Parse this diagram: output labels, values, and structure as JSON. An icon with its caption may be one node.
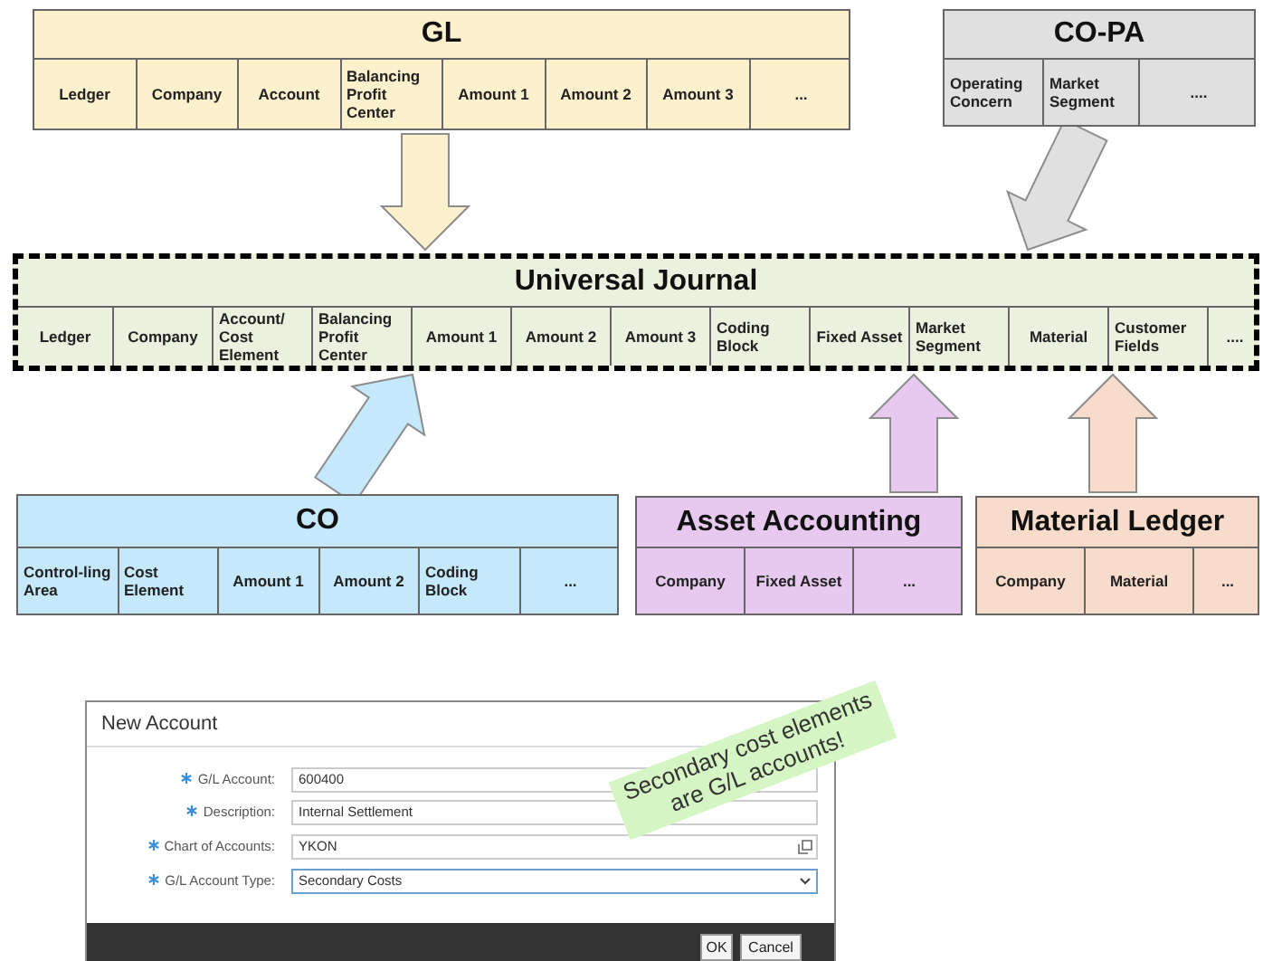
{
  "diagram": {
    "nodes": [
      {
        "text": [
          "GL"
        ]
      },
      {
        "text": [
          "Ledger"
        ],
        "in": 0
      },
      {
        "text": [
          "Company"
        ],
        "in": 0
      },
      {
        "text": [
          "Account"
        ],
        "in": 0
      },
      {
        "text": [
          "Balancing Profit Center"
        ],
        "in": 0
      },
      {
        "text": [
          "Amount 1"
        ],
        "in": 0
      },
      {
        "text": [
          "Amount 2"
        ],
        "in": 0
      },
      {
        "text": [
          "Amount 3"
        ],
        "in": 0
      },
      {
        "text": [
          "..."
        ],
        "in": 0
      },
      {
        "text": [
          "CO-PA"
        ]
      },
      {
        "text": [
          "Operating Concern"
        ],
        "in": 9
      },
      {
        "text": [
          "Market Segment"
        ],
        "in": 9
      },
      {
        "text": [
          "...."
        ],
        "in": 9
      },
      {
        "text": [
          "Universal Journal"
        ]
      },
      {
        "text": [
          "Ledger"
        ],
        "in": 13
      },
      {
        "text": [
          "Company"
        ],
        "in": 13
      },
      {
        "text": [
          "Account/ Cost Element"
        ],
        "in": 13
      },
      {
        "text": [
          "Balancing Profit Center"
        ],
        "in": 13
      },
      {
        "text": [
          "Amount 1"
        ],
        "in": 13
      },
      {
        "text": [
          "Amount 2"
        ],
        "in": 13
      },
      {
        "text": [
          "Amount 3"
        ],
        "in": 13
      },
      {
        "text": [
          "Coding Block"
        ],
        "in": 13
      },
      {
        "text": [
          "Fixed Asset"
        ],
        "in": 13
      },
      {
        "text": [
          "Market Segment"
        ],
        "in": 13
      },
      {
        "text": [
          "Material"
        ],
        "in": 13
      },
      {
        "text": [
          "Customer Fields"
        ],
        "in": 13
      },
      {
        "text": [
          "...."
        ],
        "in": 13
      },
      {
        "text": [
          "CO"
        ]
      },
      {
        "text": [
          "Control-ling Area"
        ],
        "in": 27
      },
      {
        "text": [
          "Cost Element"
        ],
        "in": 27
      },
      {
        "text": [
          "Amount 1"
        ],
        "in": 27
      },
      {
        "text": [
          "Amount 2"
        ],
        "in": 27
      },
      {
        "text": [
          "Coding Block"
        ],
        "in": 27
      },
      {
        "text": [
          "..."
        ],
        "in": 27
      },
      {
        "text": [
          "Asset Accounting"
        ]
      },
      {
        "text": [
          "Company"
        ],
        "in": 34
      },
      {
        "text": [
          "Fixed Asset"
        ],
        "in": 34
      },
      {
        "text": [
          "..."
        ],
        "in": 34
      },
      {
        "text": [
          "Material Ledger"
        ]
      },
      {
        "text": [
          "Company"
        ],
        "in": 38
      },
      {
        "text": [
          "Material"
        ],
        "in": 38
      },
      {
        "text": [
          "..."
        ],
        "in": 38
      }
    ],
    "edges": [
      {
        "from": 0,
        "to": 13,
        "arrow": "to",
        "color": "#fdf0cc"
      },
      {
        "from": 9,
        "to": 13,
        "arrow": "to",
        "color": "#e0e0e0"
      },
      {
        "from": 27,
        "to": 13,
        "arrow": "to",
        "color": "#c5e9fb"
      },
      {
        "from": 34,
        "to": 13,
        "arrow": "to",
        "color": "#e7c9ef"
      },
      {
        "from": 38,
        "to": 13,
        "arrow": "to",
        "color": "#f8dccb"
      }
    ],
    "labels": [
      "New Account",
      "G/L Account:",
      "600400",
      "Description:",
      "Internal Settlement",
      "Chart of Accounts:",
      "YKON",
      "G/L Account Type:",
      "Secondary Costs",
      "OK",
      "Cancel",
      "Secondary cost elements are G/L accounts!"
    ]
  }
}
